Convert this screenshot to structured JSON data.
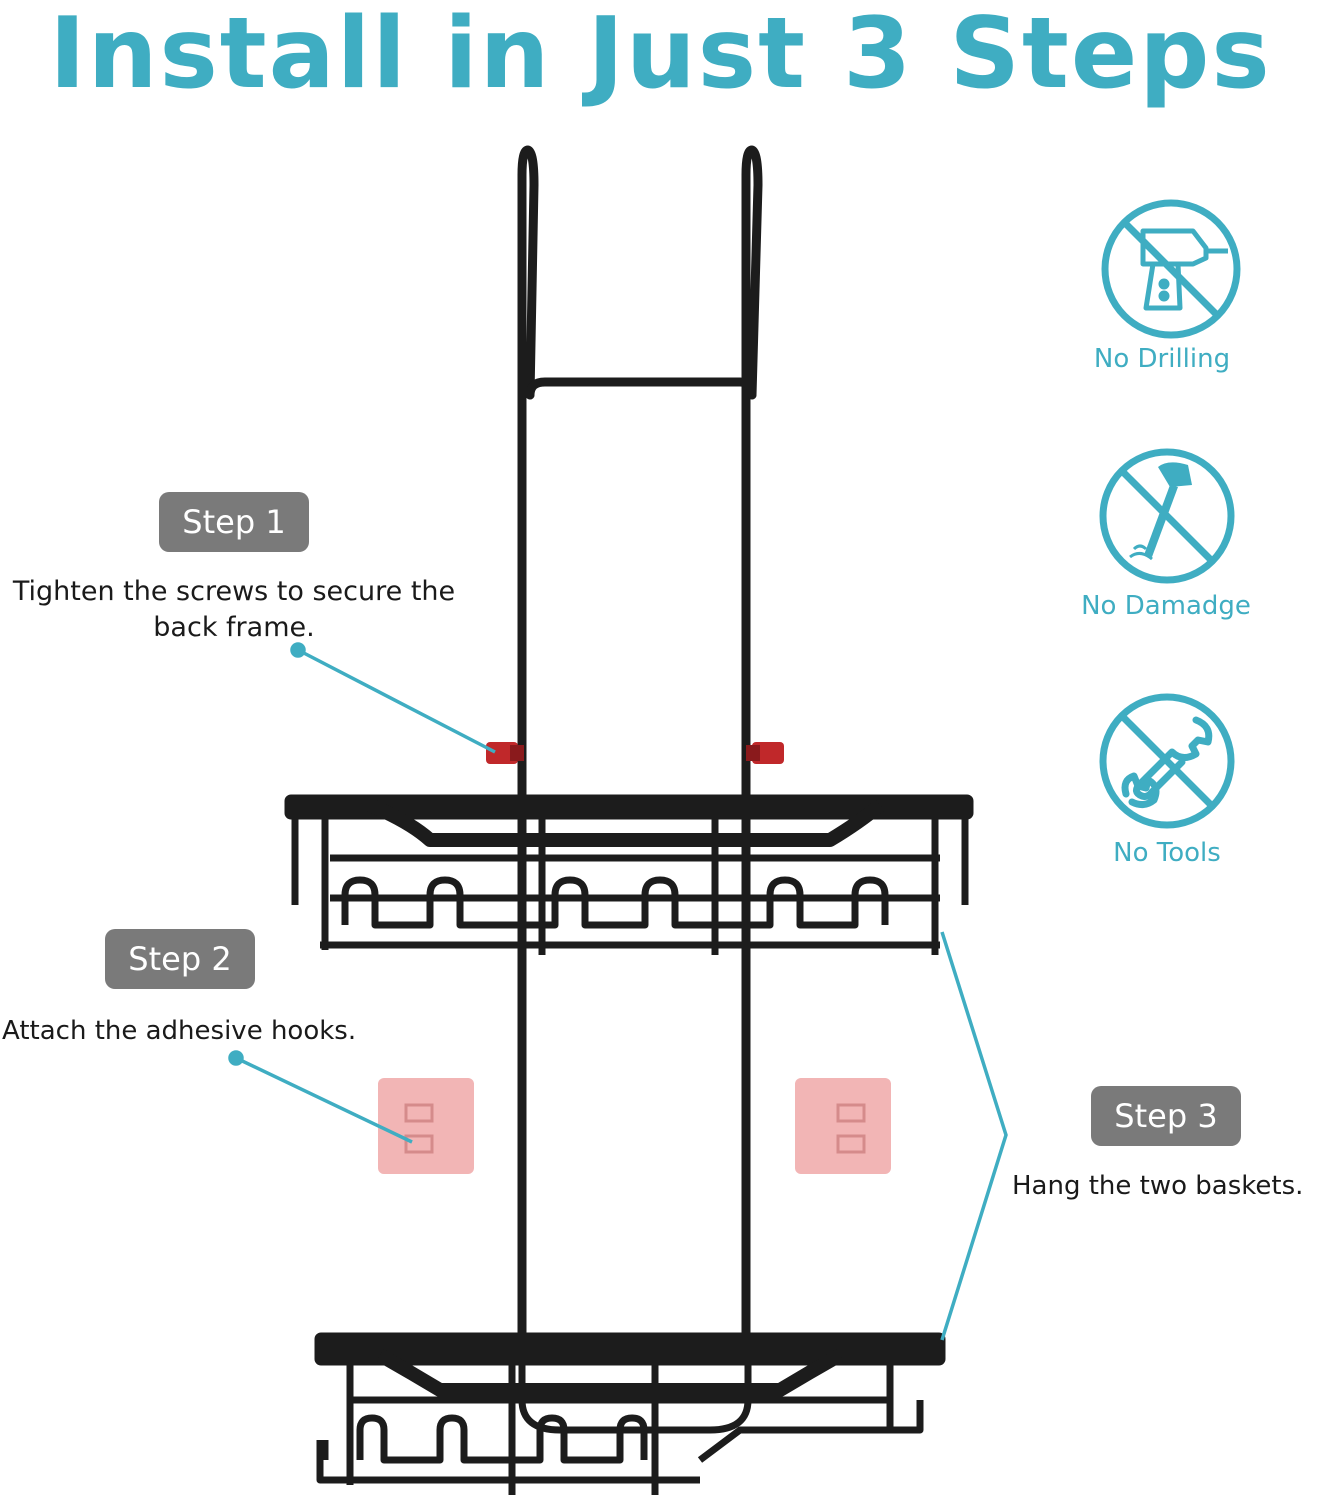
{
  "title": "Install in Just 3 Steps",
  "steps": [
    {
      "badge": "Step 1",
      "line1": "Tighten the screws to secure the",
      "line2": "back frame."
    },
    {
      "badge": "Step 2",
      "line1": "Attach the adhesive hooks."
    },
    {
      "badge": "Step 3",
      "line1": "Hang the two baskets."
    }
  ],
  "features": [
    {
      "label": "No Drilling",
      "icon": "drill-icon"
    },
    {
      "label": "No Damadge",
      "icon": "hammer-icon"
    },
    {
      "label": "No Tools",
      "icon": "wrench-icon"
    }
  ],
  "colors": {
    "accent": "#3fadc2",
    "badge": "#7a7a7a",
    "frame": "#1c1c1c",
    "screw": "#c0282a",
    "hook": "#f2b5b5"
  }
}
